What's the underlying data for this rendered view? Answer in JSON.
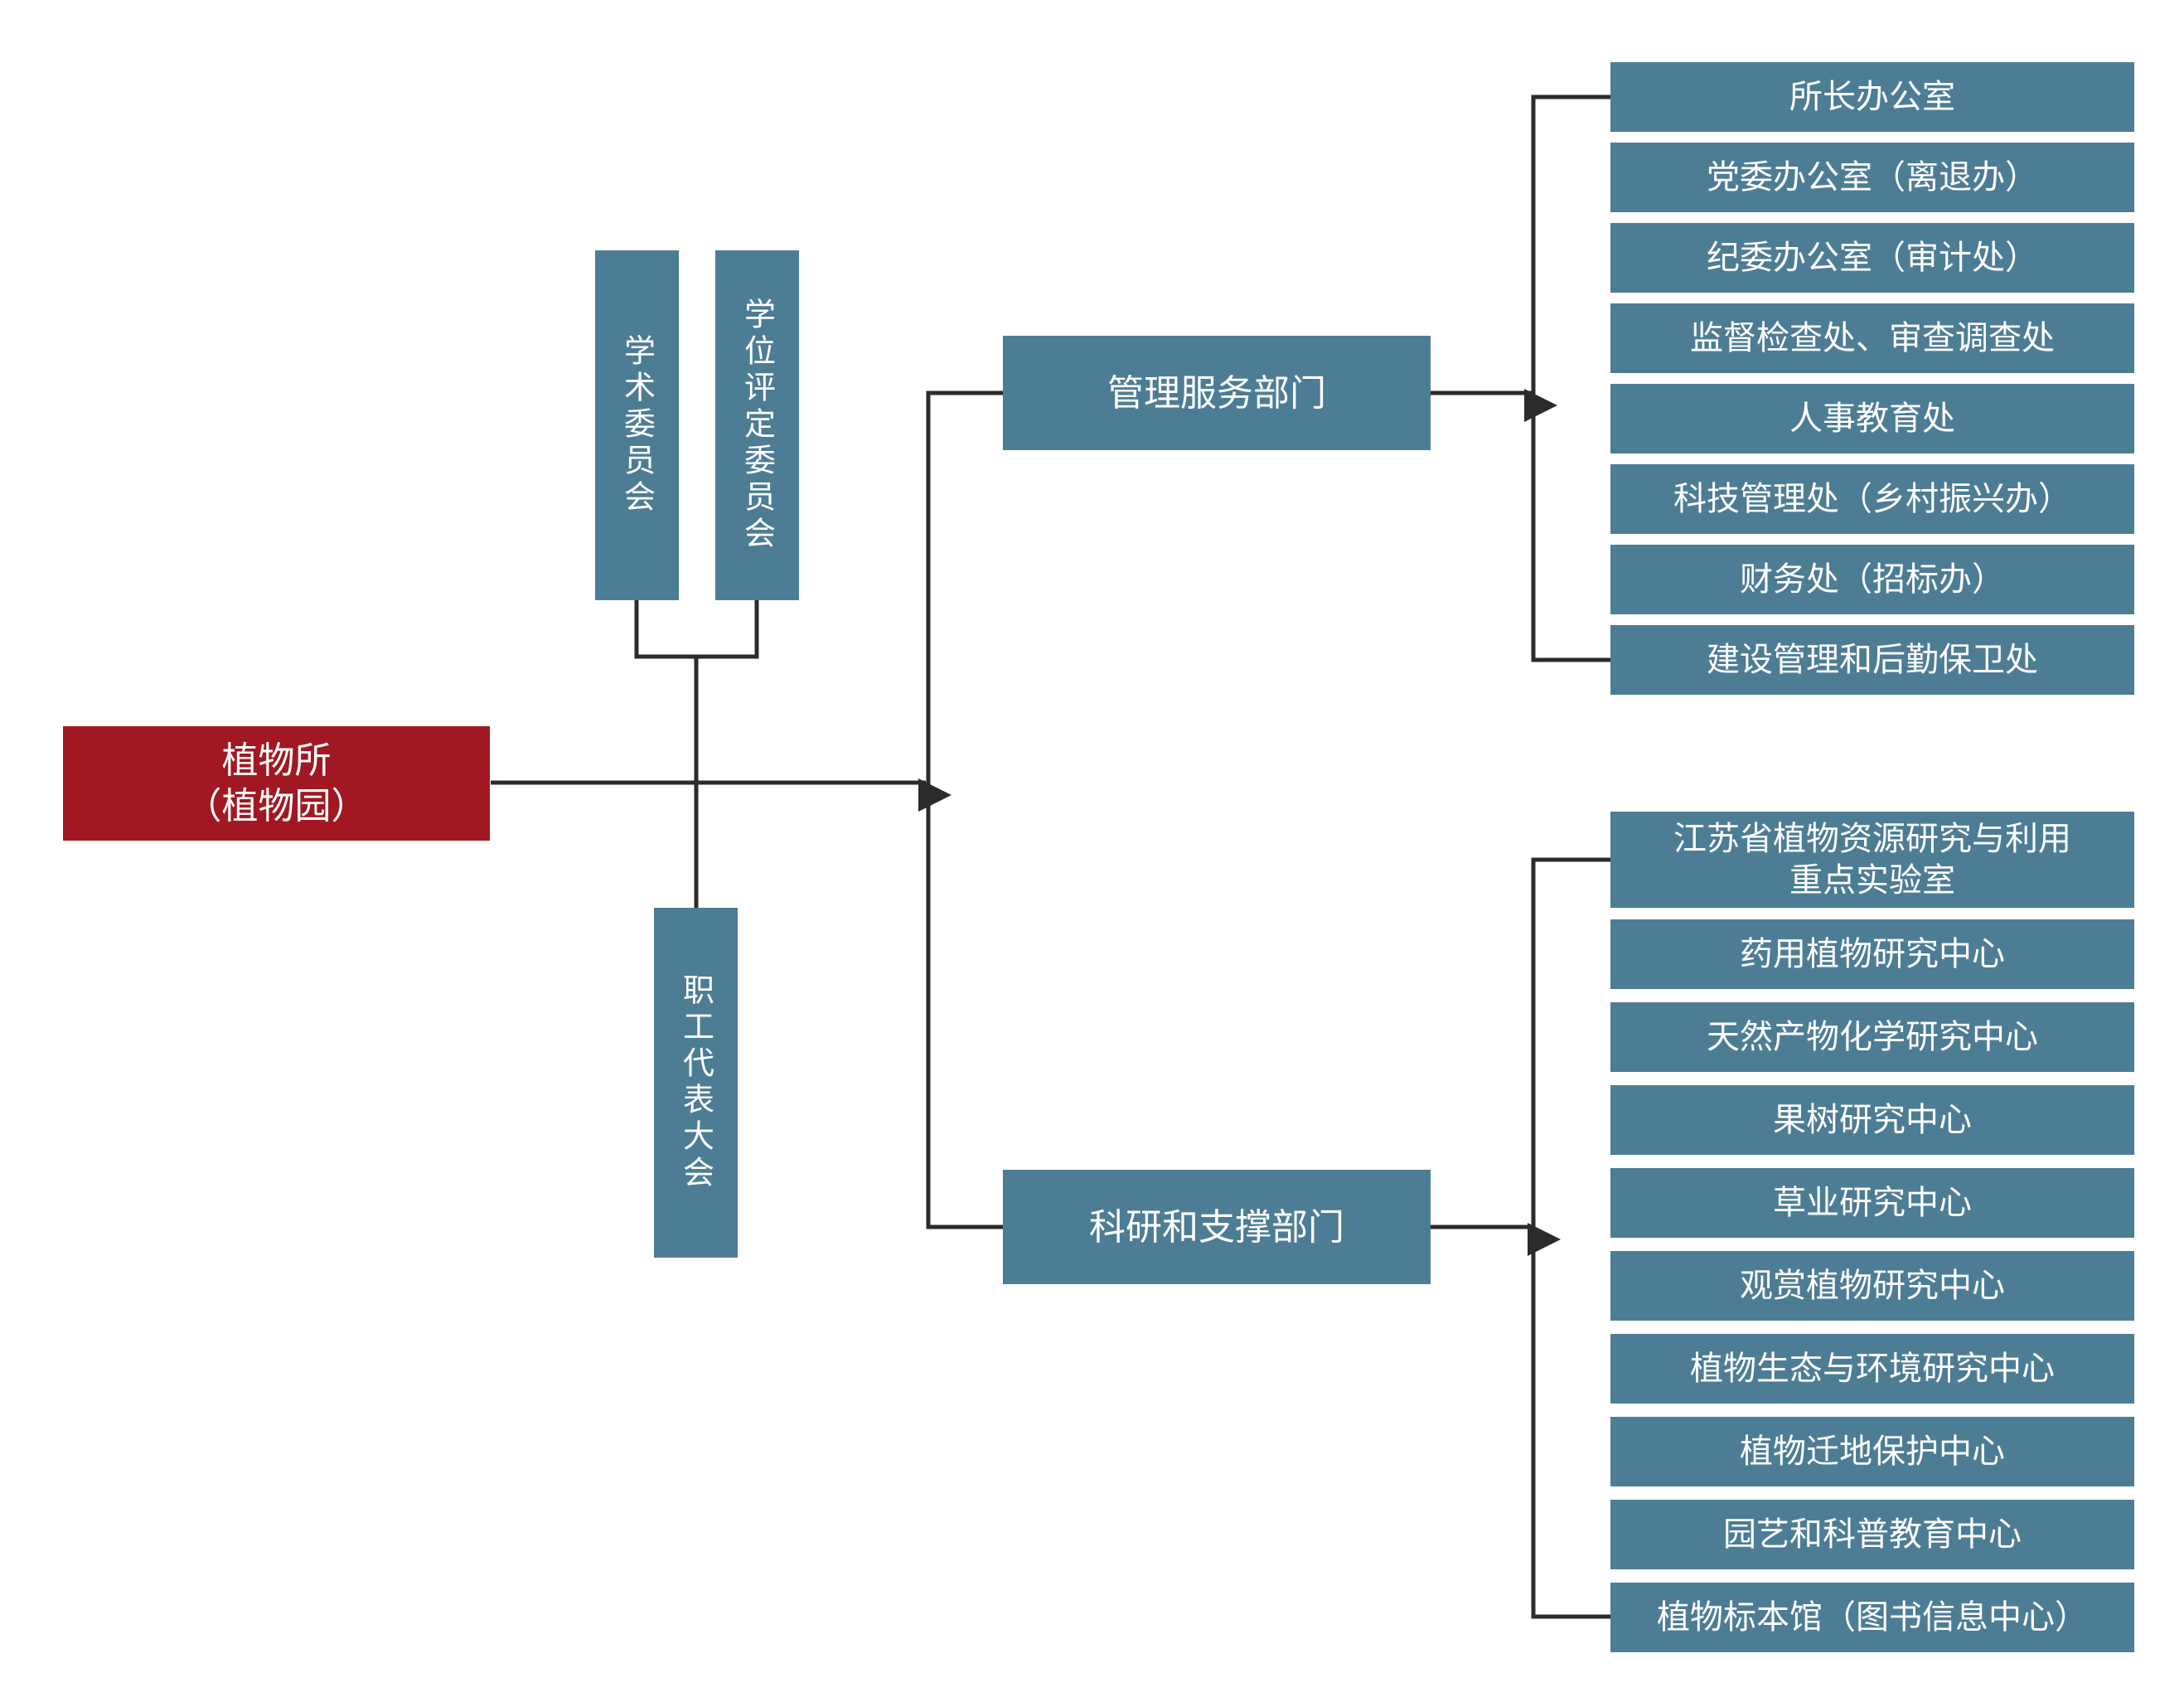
{
  "colors": {
    "box_fill": "#4d7d95",
    "root_fill": "#a11822",
    "text": "#ffffff",
    "line": "#2b2b2b"
  },
  "root": {
    "label": "植物所\n（植物园）"
  },
  "committees": [
    {
      "label": "学术委员会"
    },
    {
      "label": "学位评定委员会"
    }
  ],
  "congress": {
    "label": "职工代表大会"
  },
  "branches": [
    {
      "label": "管理服务部门",
      "items": [
        "所长办公室",
        "党委办公室（离退办）",
        "纪委办公室（审计处）",
        "监督检查处、审查调查处",
        "人事教育处",
        "科技管理处（乡村振兴办）",
        "财务处（招标办）",
        "建设管理和后勤保卫处"
      ]
    },
    {
      "label": "科研和支撑部门",
      "items": [
        "江苏省植物资源研究与利用\n重点实验室",
        "药用植物研究中心",
        "天然产物化学研究中心",
        "果树研究中心",
        "草业研究中心",
        "观赏植物研究中心",
        "植物生态与环境研究中心",
        "植物迁地保护中心",
        "园艺和科普教育中心",
        "植物标本馆（图书信息中心）"
      ]
    }
  ]
}
